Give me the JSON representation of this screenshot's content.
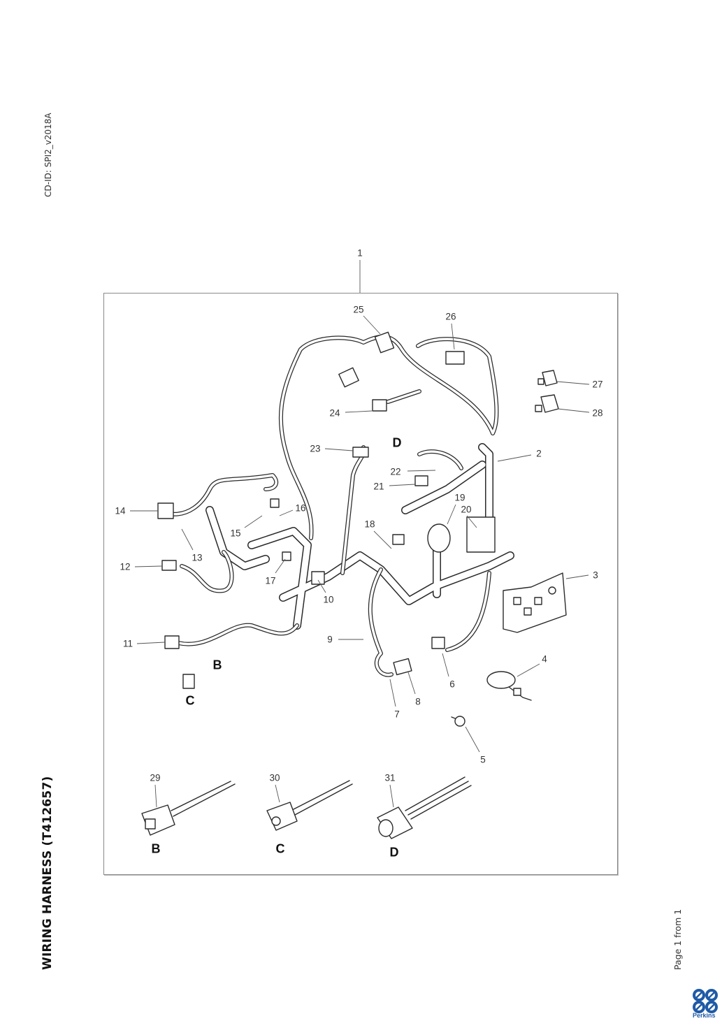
{
  "document": {
    "doc_id": "CD-ID: SPI2_v2018A",
    "title": "WIRING HARNESS (T412657)",
    "page_info": "Page 1 from 1",
    "brand": "Perkins",
    "brand_color": "#1f5aa6"
  },
  "diagram": {
    "assembly_callout": "1",
    "callouts": [
      {
        "id": "2",
        "label": "2"
      },
      {
        "id": "3",
        "label": "3"
      },
      {
        "id": "4",
        "label": "4"
      },
      {
        "id": "5",
        "label": "5"
      },
      {
        "id": "6",
        "label": "6"
      },
      {
        "id": "7",
        "label": "7"
      },
      {
        "id": "8",
        "label": "8"
      },
      {
        "id": "9",
        "label": "9"
      },
      {
        "id": "10",
        "label": "10"
      },
      {
        "id": "11",
        "label": "11"
      },
      {
        "id": "12",
        "label": "12"
      },
      {
        "id": "13",
        "label": "13"
      },
      {
        "id": "14",
        "label": "14"
      },
      {
        "id": "15",
        "label": "15"
      },
      {
        "id": "16",
        "label": "16"
      },
      {
        "id": "17",
        "label": "17"
      },
      {
        "id": "18",
        "label": "18"
      },
      {
        "id": "19",
        "label": "19"
      },
      {
        "id": "20",
        "label": "20"
      },
      {
        "id": "21",
        "label": "21"
      },
      {
        "id": "22",
        "label": "22"
      },
      {
        "id": "23",
        "label": "23"
      },
      {
        "id": "24",
        "label": "24"
      },
      {
        "id": "25",
        "label": "25"
      },
      {
        "id": "26",
        "label": "26"
      },
      {
        "id": "27",
        "label": "27"
      },
      {
        "id": "28",
        "label": "28"
      },
      {
        "id": "29",
        "label": "29"
      },
      {
        "id": "30",
        "label": "30"
      },
      {
        "id": "31",
        "label": "31"
      }
    ],
    "view_letters": [
      {
        "id": "B-main",
        "label": "B"
      },
      {
        "id": "C-main",
        "label": "C"
      },
      {
        "id": "D-main",
        "label": "D"
      },
      {
        "id": "B-detail",
        "label": "B"
      },
      {
        "id": "C-detail",
        "label": "C"
      },
      {
        "id": "D-detail",
        "label": "D"
      }
    ]
  }
}
